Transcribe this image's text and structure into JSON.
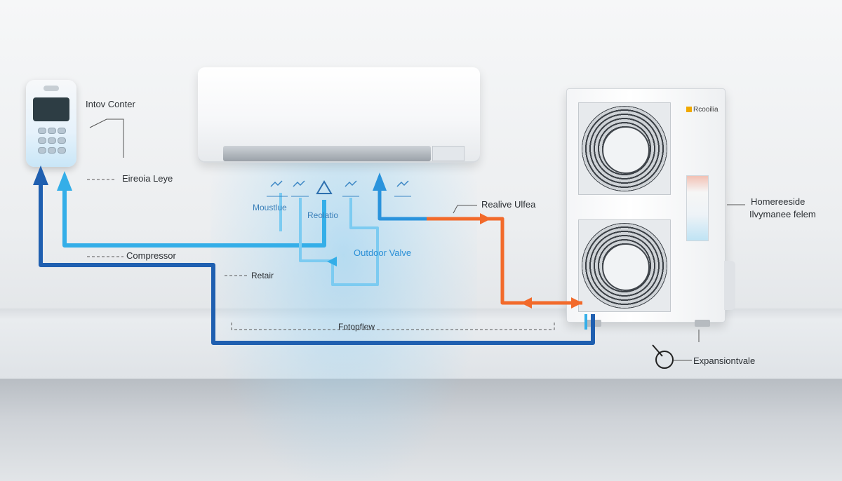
{
  "colors": {
    "supply_pipe": "#1f5fb0",
    "light_pipe": "#34aee8",
    "hot_pipe": "#f26a2b",
    "airflow": "#8fd3f5"
  },
  "labels": {
    "intov_conter": "Intov Conter",
    "eireoia_leye": "Eireoia Leye",
    "mousttue": "Moustlue",
    "reolatio": "Reolatio",
    "relaive_ufea": "Realive Ulfea",
    "compressor": "Compressor",
    "outdoor_valve": "Outdoor Valve",
    "retair": "Retair",
    "fotopflew": "Fotopflew",
    "homereeside": "Homereeside",
    "hymanes_felem": "Ilvymanee felem",
    "expansion_vale": "Expansiontvale",
    "outdoor_brand": "Rcooilia"
  },
  "icons": [
    "remote-control-icon",
    "fan-icon",
    "valve-icon",
    "triangle-icon",
    "airflow-arrow-icon"
  ]
}
